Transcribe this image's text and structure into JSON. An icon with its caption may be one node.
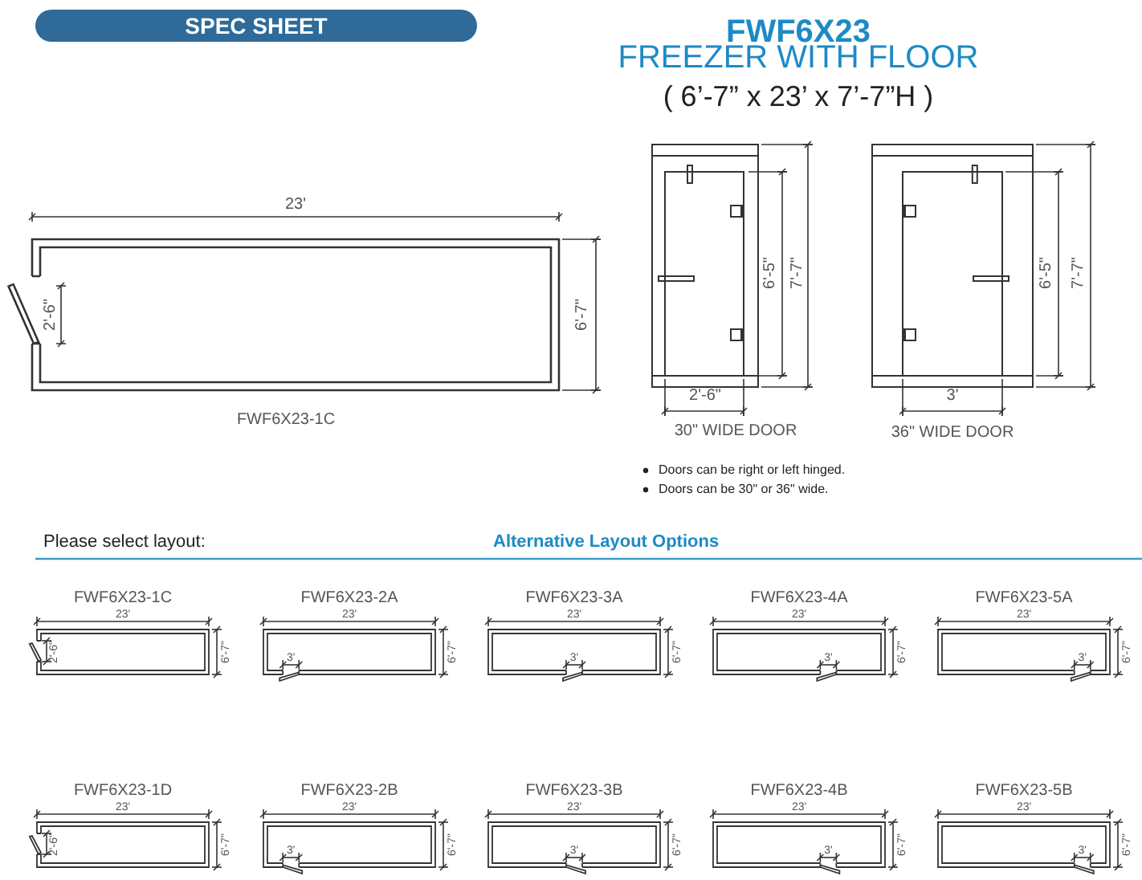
{
  "diagram": {
    "nodes": [
      {
        "text": [
          "SPEC SHEET"
        ]
      }
    ],
    "labels": [
      "FWF6X23",
      "FREEZER WITH FLOOR",
      "( 6’-7” x 23’ x 7’-7”H )",
      "23'",
      "2'-6\"",
      "6'-7\"",
      "FWF6X23-1C",
      "6'-5\"",
      "7'-7\"",
      "2'-6\"",
      "30\" WIDE DOOR",
      "6'-5\"",
      "7'-7\"",
      "3'",
      "36\" WIDE DOOR",
      "Doors can be right or left hinged.",
      "Doors can be 30\" or 36\" wide.",
      "Please select layout:",
      "Alternative Layout Options",
      "FWF6X23-1C",
      "23'",
      "2'-6\"",
      "6'-7\"",
      "FWF6X23-2A",
      "23'",
      "3'",
      "6'-7\"",
      "FWF6X23-3A",
      "23'",
      "3'",
      "6'-7\"",
      "FWF6X23-4A",
      "23'",
      "3'",
      "6'-7\"",
      "FWF6X23-5A",
      "23'",
      "3'",
      "6'-7\"",
      "FWF6X23-1D",
      "23'",
      "2'-6\"",
      "6'-7\"",
      "FWF6X23-2B",
      "23'",
      "3'",
      "6'-7\"",
      "FWF6X23-3B",
      "23'",
      "3'",
      "6'-7\"",
      "FWF6X23-4B",
      "23'",
      "3'",
      "6'-7\"",
      "FWF6X23-5B",
      "23'",
      "3'",
      "6'-7\""
    ]
  }
}
